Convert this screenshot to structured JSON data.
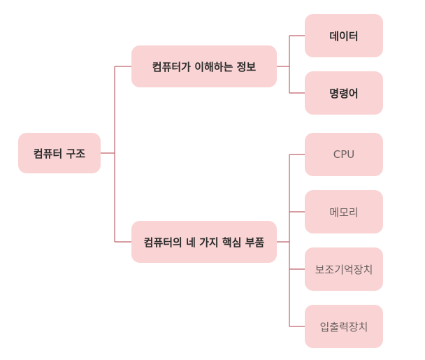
{
  "diagram": {
    "root": {
      "label": "컴퓨터 구조"
    },
    "branches": [
      {
        "label": "컴퓨터가 이해하는 정보",
        "children": [
          {
            "label": "데이터"
          },
          {
            "label": "명령어"
          }
        ]
      },
      {
        "label": "컴퓨터의 네 가지 핵심 부품",
        "children": [
          {
            "label": "CPU"
          },
          {
            "label": "메모리"
          },
          {
            "label": "보조기억장치"
          },
          {
            "label": "입출력장치"
          }
        ]
      }
    ]
  },
  "colors": {
    "node_fill": "#fad4d4",
    "connector": "#c0626b",
    "background": "#ffffff"
  }
}
